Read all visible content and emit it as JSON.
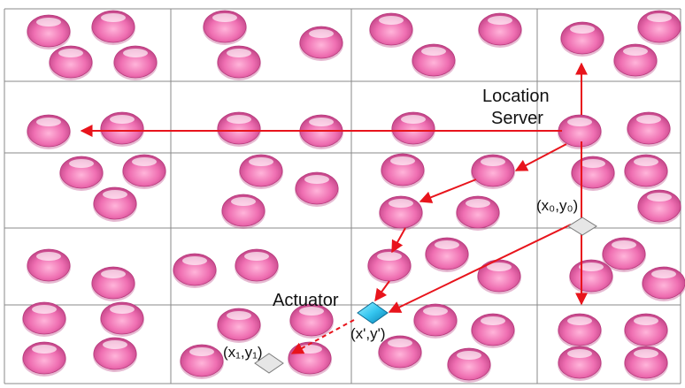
{
  "colors": {
    "node_base": "#ef6fb2",
    "node_shadow": "#b83a7d",
    "node_highlight": "#ffffff",
    "arrow": "#e8141c",
    "grid_line": "#8a8a8a",
    "actuator_fill": "#35c6f0",
    "position_marker_fill": "#e6e6e6"
  },
  "labels": {
    "location_server_line1": "Location",
    "location_server_line2": "Server",
    "actuator": "Actuator",
    "target_position": "(x₀,y₀)",
    "current_position": "(x',y')",
    "next_position": "(x₁,y₁)"
  },
  "icons": {
    "sensor_node": "pink-sphere-icon",
    "actuator": "blue-diamond-icon",
    "position_marker": "grey-diamond-icon"
  },
  "grid": {
    "columns": 4,
    "rows": 5
  }
}
